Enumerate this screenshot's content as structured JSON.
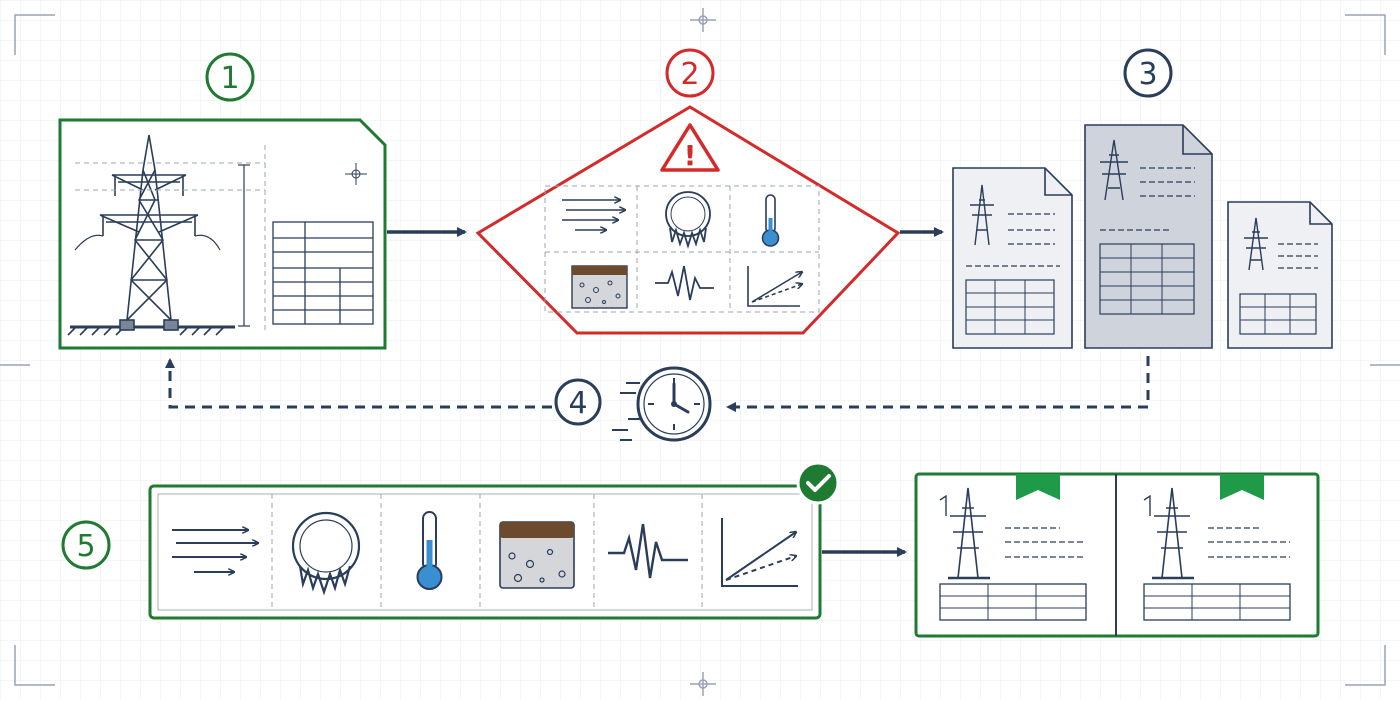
{
  "steps": [
    {
      "number": "1",
      "color": "#1f7a32"
    },
    {
      "number": "2",
      "color": "#d42a2a"
    },
    {
      "number": "3",
      "color": "#2a3d5a"
    },
    {
      "number": "4",
      "color": "#2a3d5a"
    },
    {
      "number": "5",
      "color": "#1f7a32"
    }
  ],
  "icons": {
    "warning": "warning-icon",
    "wind": "wind-load-icon",
    "ice": "ice-load-icon",
    "temperature": "thermometer-icon",
    "soil": "soil-icon",
    "seismic": "seismic-icon",
    "trend": "trend-chart-icon",
    "clock": "clock-icon",
    "check": "checkmark-icon",
    "bookmark": "bookmark-icon"
  },
  "warning_glyph": "!",
  "colors": {
    "green": "#1f7a32",
    "red": "#d42a2a",
    "navy": "#2a3d5a",
    "ribbon": "#1e9a48",
    "doc_grey": "#cfd3dc",
    "thermo_blue": "#3a8fd0",
    "soil_brown": "#6b4a2e"
  }
}
